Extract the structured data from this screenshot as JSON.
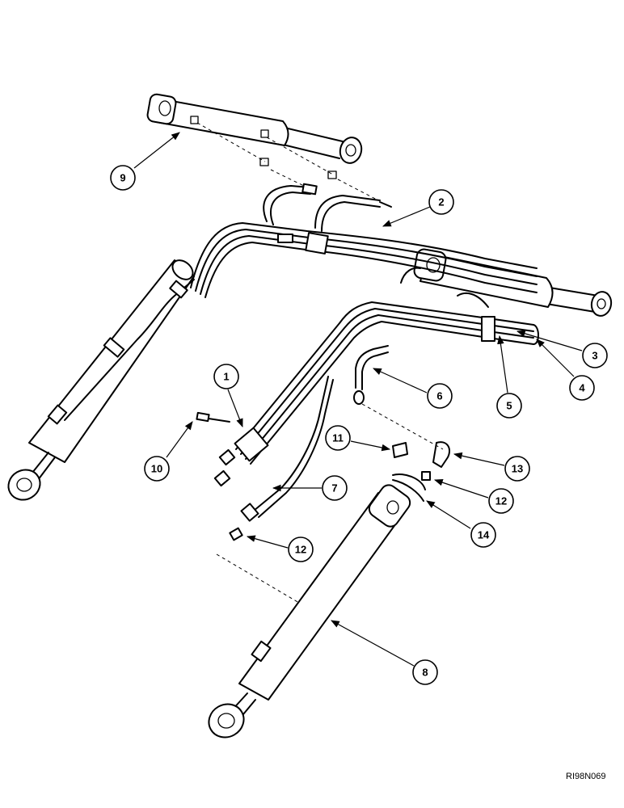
{
  "callouts": [
    {
      "id": "c1",
      "label": "1"
    },
    {
      "id": "c2",
      "label": "2"
    },
    {
      "id": "c3",
      "label": "3"
    },
    {
      "id": "c4",
      "label": "4"
    },
    {
      "id": "c5",
      "label": "5"
    },
    {
      "id": "c6",
      "label": "6"
    },
    {
      "id": "c7",
      "label": "7"
    },
    {
      "id": "c8",
      "label": "8"
    },
    {
      "id": "c9",
      "label": "9"
    },
    {
      "id": "c10",
      "label": "10"
    },
    {
      "id": "c11",
      "label": "11"
    },
    {
      "id": "c12a",
      "label": "12"
    },
    {
      "id": "c12b",
      "label": "12"
    },
    {
      "id": "c13",
      "label": "13"
    },
    {
      "id": "c14",
      "label": "14"
    }
  ],
  "reference_code": "RI98N069"
}
